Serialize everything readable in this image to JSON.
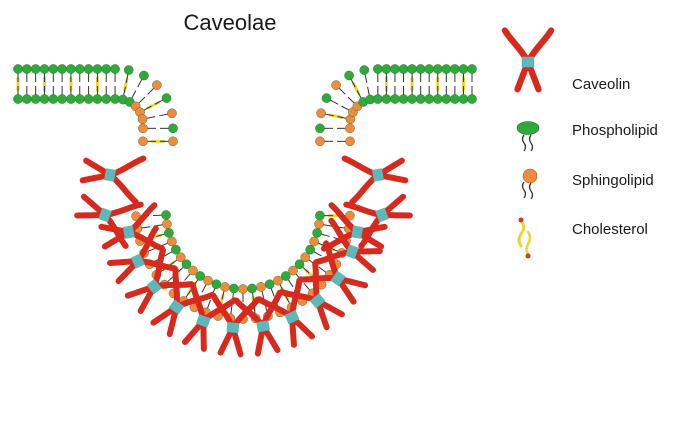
{
  "title": "Caveolae",
  "legend": [
    {
      "label": "Caveolin",
      "icon": "caveolin-icon"
    },
    {
      "label": "Phospholipid",
      "icon": "phospholipid-icon"
    },
    {
      "label": "Sphingolipid",
      "icon": "sphingolipid-icon"
    },
    {
      "label": "Cholesterol",
      "icon": "cholesterol-icon"
    }
  ],
  "colors": {
    "caveolin": "#d62a1e",
    "caveolin_joint": "#5fb8b8",
    "phospholipid_head": "#2faa3a",
    "sphingolipid_head": "#f08a3c",
    "cholesterol": "#e8d73a",
    "tail": "#333333"
  }
}
